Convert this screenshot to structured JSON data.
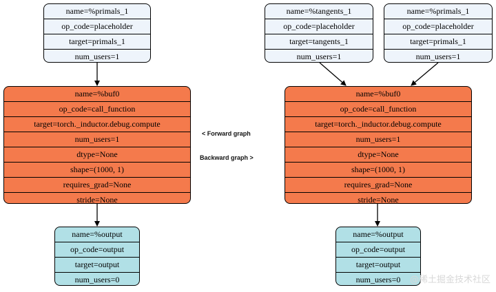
{
  "forward_graph": {
    "primals": [
      "name=%primals_1",
      "op_code=placeholder",
      "target=primals_1",
      "num_users=1"
    ],
    "buf": [
      "name=%buf0",
      "op_code=call_function",
      "target=torch._inductor.debug.compute",
      "num_users=1",
      "dtype=None",
      "shape=(1000, 1)",
      "requires_grad=None",
      "stride=None"
    ],
    "output": [
      "name=%output",
      "op_code=output",
      "target=output",
      "num_users=0"
    ]
  },
  "backward_graph": {
    "tangents": [
      "name=%tangents_1",
      "op_code=placeholder",
      "target=tangents_1",
      "num_users=1"
    ],
    "primals": [
      "name=%primals_1",
      "op_code=placeholder",
      "target=primals_1",
      "num_users=1"
    ],
    "buf": [
      "name=%buf0",
      "op_code=call_function",
      "target=torch._inductor.debug.compute",
      "num_users=1",
      "dtype=None",
      "shape=(1000, 1)",
      "requires_grad=None",
      "stride=None"
    ],
    "output": [
      "name=%output",
      "op_code=output",
      "target=output",
      "num_users=0"
    ]
  },
  "labels": {
    "forward": "< Forward graph",
    "backward": "Backward graph >"
  },
  "watermark": "@稀土掘金技术社区",
  "colors": {
    "placeholder": "#eef4fb",
    "call_function": "#f47a4c",
    "output": "#b1e0e6"
  }
}
